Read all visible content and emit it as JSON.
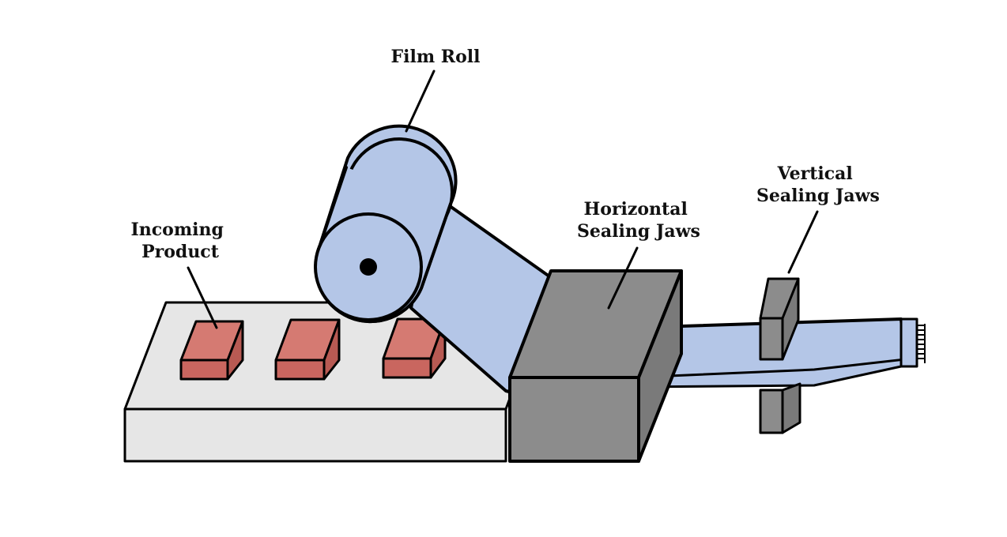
{
  "labels": {
    "film_roll": "Film Roll",
    "incoming_product": [
      "Incoming",
      "Product"
    ],
    "horizontal_sealing_jaws": [
      "Horizontal",
      "Sealing Jaws"
    ],
    "vertical_sealing_jaws": [
      "Vertical",
      "Sealing Jaws"
    ]
  },
  "colors": {
    "film": "#b4c6e7",
    "product": "#c9665f",
    "product_top": "#d57a72",
    "conveyor_top": "#e6e6e6",
    "conveyor_front": "#e6e6e6",
    "jaw_gray": "#8c8c8c",
    "outline": "#000000"
  }
}
